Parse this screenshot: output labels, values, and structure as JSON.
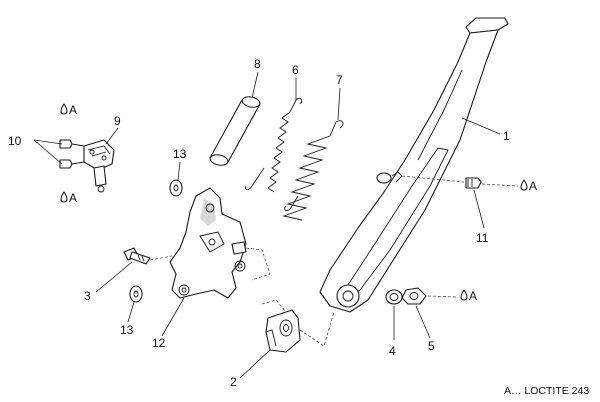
{
  "callouts": {
    "c1": "1",
    "c2": "2",
    "c3": "3",
    "c4": "4",
    "c5": "5",
    "c6": "6",
    "c7": "7",
    "c8": "8",
    "c9": "9",
    "c10": "10",
    "c11": "11",
    "c12": "12",
    "c13a": "13",
    "c13b": "13"
  },
  "markers": {
    "a_top": "A",
    "a_bottom": "A",
    "a_right": "A",
    "a_nut": "A"
  },
  "legend": {
    "text": "A… LOCTITE 243"
  },
  "colors": {
    "line": "#1a1a1a",
    "background": "#ffffff",
    "shade": "#d9d9d9"
  }
}
